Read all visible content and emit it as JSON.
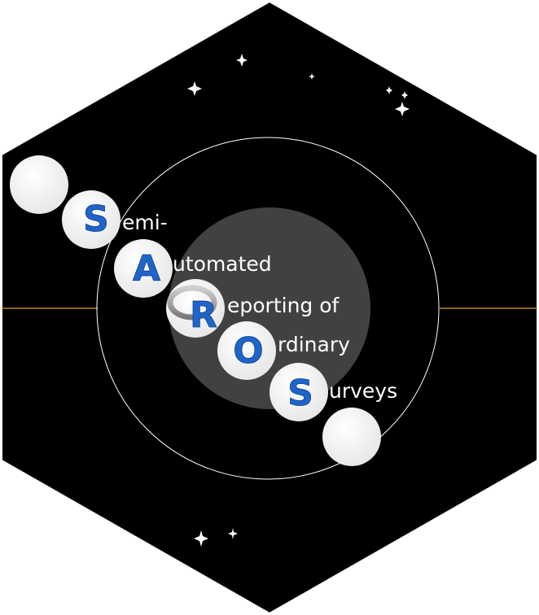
{
  "logo": {
    "letters": [
      "S",
      "A",
      "R",
      "O",
      "S"
    ],
    "words": [
      "emi-",
      "utomated",
      "eporting of",
      "rdinary",
      "urveys"
    ]
  },
  "colors": {
    "background": "#000000",
    "orbit_line": "#ffffff",
    "axis_line": "#e0a030",
    "core_disc": "#414141",
    "bubble": "#f2f2f2",
    "letter": "#1f64c8",
    "text": "#ffffff"
  }
}
